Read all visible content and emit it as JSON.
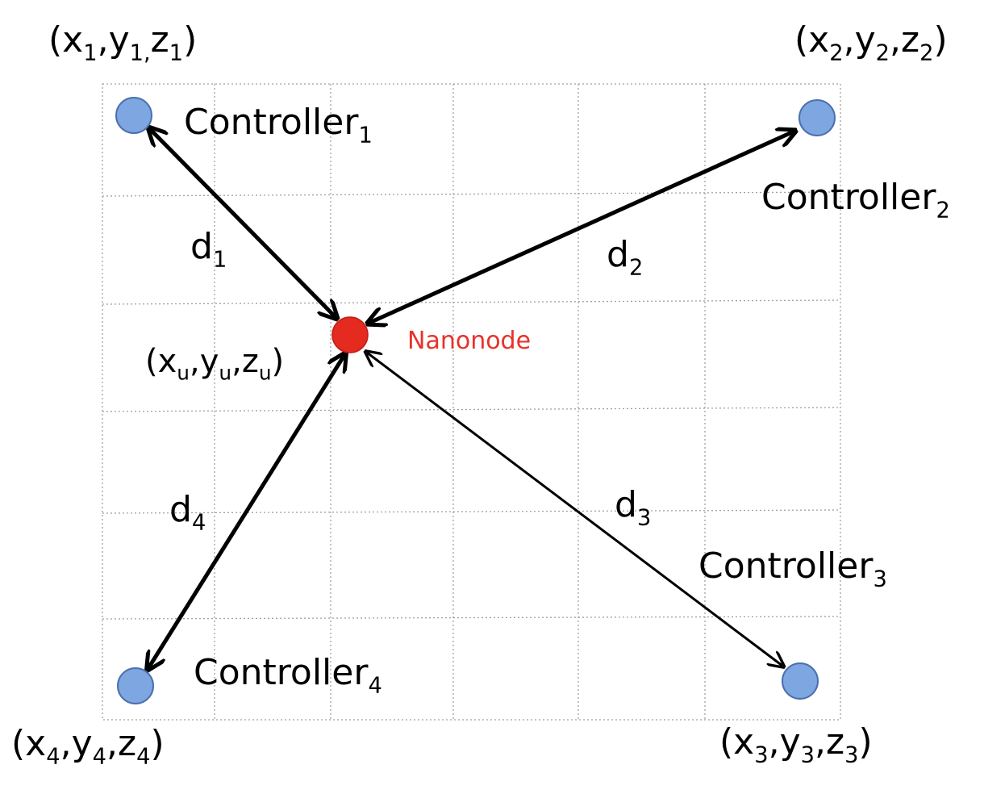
{
  "diagram": {
    "colors": {
      "controller_fill": "#7ea6e0",
      "controller_stroke": "#4a6fae",
      "nanonode_fill": "#e52a20",
      "nanonode_label": "#e8322a",
      "grid": "#a0a0a0",
      "arrow": "#000000"
    },
    "nanonode": {
      "label": "Nanonode",
      "coord": [
        "x",
        "u",
        ",",
        "y",
        "u",
        ",",
        "z",
        "u",
        ")"
      ]
    },
    "controllers": [
      {
        "base": "Controller",
        "sub": "1",
        "coord": {
          "x": "x",
          "xs": "1",
          "y": "y",
          "ys": "1,",
          "z": "z",
          "zs": "1"
        }
      },
      {
        "base": "Controller",
        "sub": "2",
        "coord": {
          "x": "x",
          "xs": "2",
          "y": "y",
          "ys": "2",
          "z": "z",
          "zs": "2"
        }
      },
      {
        "base": "Controller",
        "sub": "3",
        "coord": {
          "x": "x",
          "xs": "3",
          "y": "y",
          "ys": "3",
          "z": "z",
          "zs": "3"
        }
      },
      {
        "base": "Controller",
        "sub": "4",
        "coord": {
          "x": "x",
          "xs": "4",
          "y": "y",
          "ys": "4",
          "z": "z",
          "zs": "4"
        }
      }
    ],
    "distances": [
      {
        "base": "d",
        "sub": "1"
      },
      {
        "base": "d",
        "sub": "2"
      },
      {
        "base": "d",
        "sub": "3"
      },
      {
        "base": "d",
        "sub": "4"
      }
    ],
    "punct": {
      "open": "(",
      "close": ")",
      "comma": ","
    }
  }
}
